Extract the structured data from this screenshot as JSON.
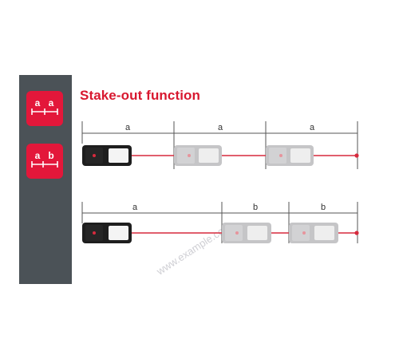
{
  "title": "Stake-out function",
  "sidebar": {
    "buttons": [
      {
        "icon": "stakeout-equal-icon",
        "labels": [
          "a",
          "a"
        ]
      },
      {
        "icon": "stakeout-unequal-icon",
        "labels": [
          "a",
          "b"
        ]
      }
    ]
  },
  "rows": [
    {
      "segments": [
        "a",
        "a",
        "a"
      ]
    },
    {
      "segments": [
        "a",
        "b",
        "b"
      ]
    }
  ],
  "watermark": "www.example.com",
  "colors": {
    "accent": "#e3173a",
    "title": "#d8182f",
    "sidebar": "#4b5257",
    "laser": "#d72a3d",
    "ghost_device": "#c5c5c7",
    "device_body": "#1e1e1e"
  }
}
